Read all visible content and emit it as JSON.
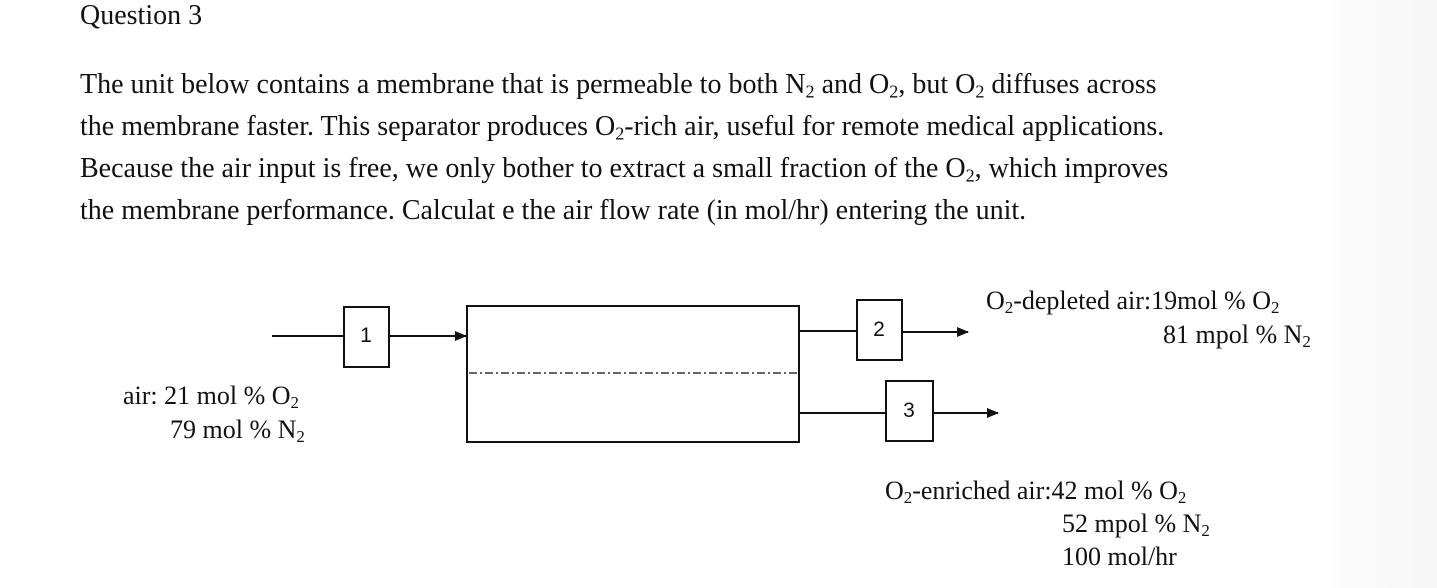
{
  "question": {
    "heading": "Question 3",
    "lines": [
      [
        "The unit below contains a membrane that is permeable to both N",
        "2",
        " and O",
        "2",
        ", but O",
        "2",
        " diffuses across"
      ],
      [
        "the membrane faster. This separator produces O",
        "2",
        "-rich air, useful for remote medical applications."
      ],
      [
        "Because the air input is free, we only bother to extract a small fraction of the O",
        "2",
        ", which improves"
      ],
      [
        "the membrane performance. Calculat e the air flow rate (in mol/hr) entering the unit."
      ]
    ]
  },
  "diagram": {
    "streams": {
      "s1": "1",
      "s2": "2",
      "s3": "3"
    },
    "feed": {
      "line1_prefix": "air: 21  mol % O",
      "line1_sub": "2",
      "line2_prefix": "79 mol % N",
      "line2_sub": "2"
    },
    "depleted": {
      "line1_a": "O",
      "line1_a_sub": "2",
      "line1_b": "-depleted air:19mol % O",
      "line1_b_sub": "2",
      "line2_prefix": "81 mpol % N",
      "line2_sub": "2"
    },
    "enriched": {
      "line1_a": "O",
      "line1_a_sub": "2",
      "line1_b": "-enriched air:42 mol % O",
      "line1_b_sub": "2",
      "line2_prefix": "52 mpol % N",
      "line2_sub": "2",
      "line3": "100 mol/hr"
    }
  }
}
